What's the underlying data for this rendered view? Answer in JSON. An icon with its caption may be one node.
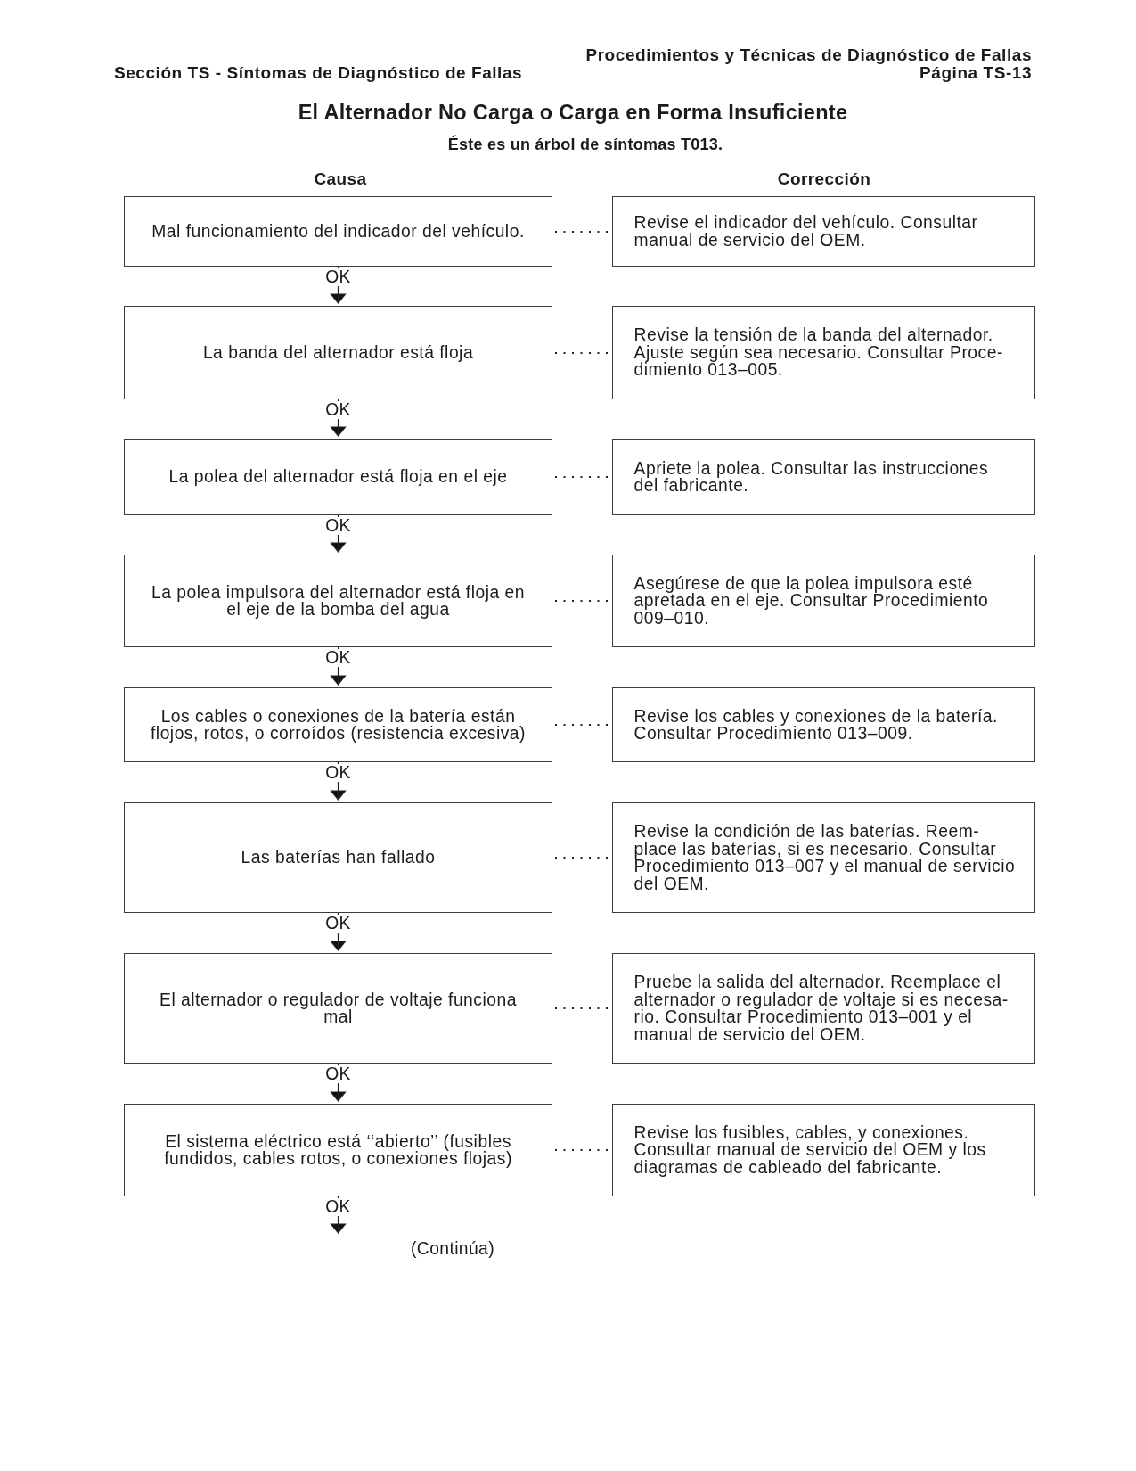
{
  "diagram": {
    "title": "El Alternador No Carga o Carga en Forma Insuficiente",
    "nodes": [
      {
        "text": [
          "Mal funcionamiento del indicador del vehículo."
        ]
      },
      {
        "text": [
          "Revise el indicador del vehículo. Consultar manual de servicio del OEM."
        ]
      },
      {
        "text": [
          "La banda del alternador está floja"
        ]
      },
      {
        "text": [
          "Revise la tensión de la banda del alternador. Ajuste según sea necesario. Consultar Proce- dimiento 013–005."
        ]
      },
      {
        "text": [
          "La polea del alternador está floja en el eje"
        ]
      },
      {
        "text": [
          "Apriete la polea. Consultar las instrucciones del fabricante."
        ]
      },
      {
        "text": [
          "La polea impulsora del alternador está floja en el eje de la bomba del agua"
        ]
      },
      {
        "text": [
          "Asegúrese de que la polea impulsora esté apretada en el eje. Consultar Procedimiento 009–010."
        ]
      },
      {
        "text": [
          "Los cables o conexiones de la batería están flojos, rotos, o corroídos (resistencia excesiva)"
        ]
      },
      {
        "text": [
          "Revise los cables y conexiones de la batería. Consultar Procedimiento 013–009."
        ]
      },
      {
        "text": [
          "Las baterías han fallado"
        ]
      },
      {
        "text": [
          "Revise la condición de las baterías. Reem- place las baterías, si es necesario. Consultar Procedimiento 013–007 y el manual de servicio del OEM."
        ]
      },
      {
        "text": [
          "El alternador o regulador de voltaje funciona mal"
        ]
      },
      {
        "text": [
          "Pruebe la salida del alternador. Reemplace el alternador o regulador de voltaje si es necesa- rio. Consultar Procedimiento 013–001 y el manual de servicio del OEM."
        ]
      },
      {
        "text": [
          "El sistema eléctrico está ‘‘abierto’’ (fusibles fundidos, cables rotos, o conexiones flojas)"
        ]
      },
      {
        "text": [
          "Revise los fusibles, cables, y conexiones. Consultar manual de servicio del OEM y los diagramas de cableado del fabricante."
        ]
      }
    ],
    "edges": [
      {
        "from": 0,
        "to": 1,
        "arrow": "none",
        "style": "dashed"
      },
      {
        "from": 0,
        "to": 2,
        "arrow": "to",
        "label": "OK"
      },
      {
        "from": 2,
        "to": 3,
        "arrow": "none",
        "style": "dashed"
      },
      {
        "from": 2,
        "to": 4,
        "arrow": "to",
        "label": "OK"
      },
      {
        "from": 4,
        "to": 5,
        "arrow": "none",
        "style": "dashed"
      },
      {
        "from": 4,
        "to": 6,
        "arrow": "to",
        "label": "OK"
      },
      {
        "from": 6,
        "to": 7,
        "arrow": "none",
        "style": "dashed"
      },
      {
        "from": 6,
        "to": 8,
        "arrow": "to",
        "label": "OK"
      },
      {
        "from": 8,
        "to": 9,
        "arrow": "none",
        "style": "dashed"
      },
      {
        "from": 8,
        "to": 10,
        "arrow": "to",
        "label": "OK"
      },
      {
        "from": 10,
        "to": 11,
        "arrow": "none",
        "style": "dashed"
      },
      {
        "from": 10,
        "to": 12,
        "arrow": "to",
        "label": "OK"
      },
      {
        "from": 12,
        "to": 13,
        "arrow": "none",
        "style": "dashed"
      },
      {
        "from": 12,
        "to": 14,
        "arrow": "to",
        "label": "OK"
      },
      {
        "from": 14,
        "to": 15,
        "arrow": "none",
        "style": "dashed"
      },
      {
        "from": 14,
        "to": null,
        "arrow": "to",
        "label": "OK"
      }
    ],
    "labels": [
      "Procedimientos y Técnicas de Diagnóstico de Fallas",
      "Sección TS - Síntomas de Diagnóstico de Fallas",
      "Página TS-13",
      "Éste es un árbol de síntomas T013.",
      "Causa",
      "Corrección",
      "(Continúa)"
    ]
  }
}
